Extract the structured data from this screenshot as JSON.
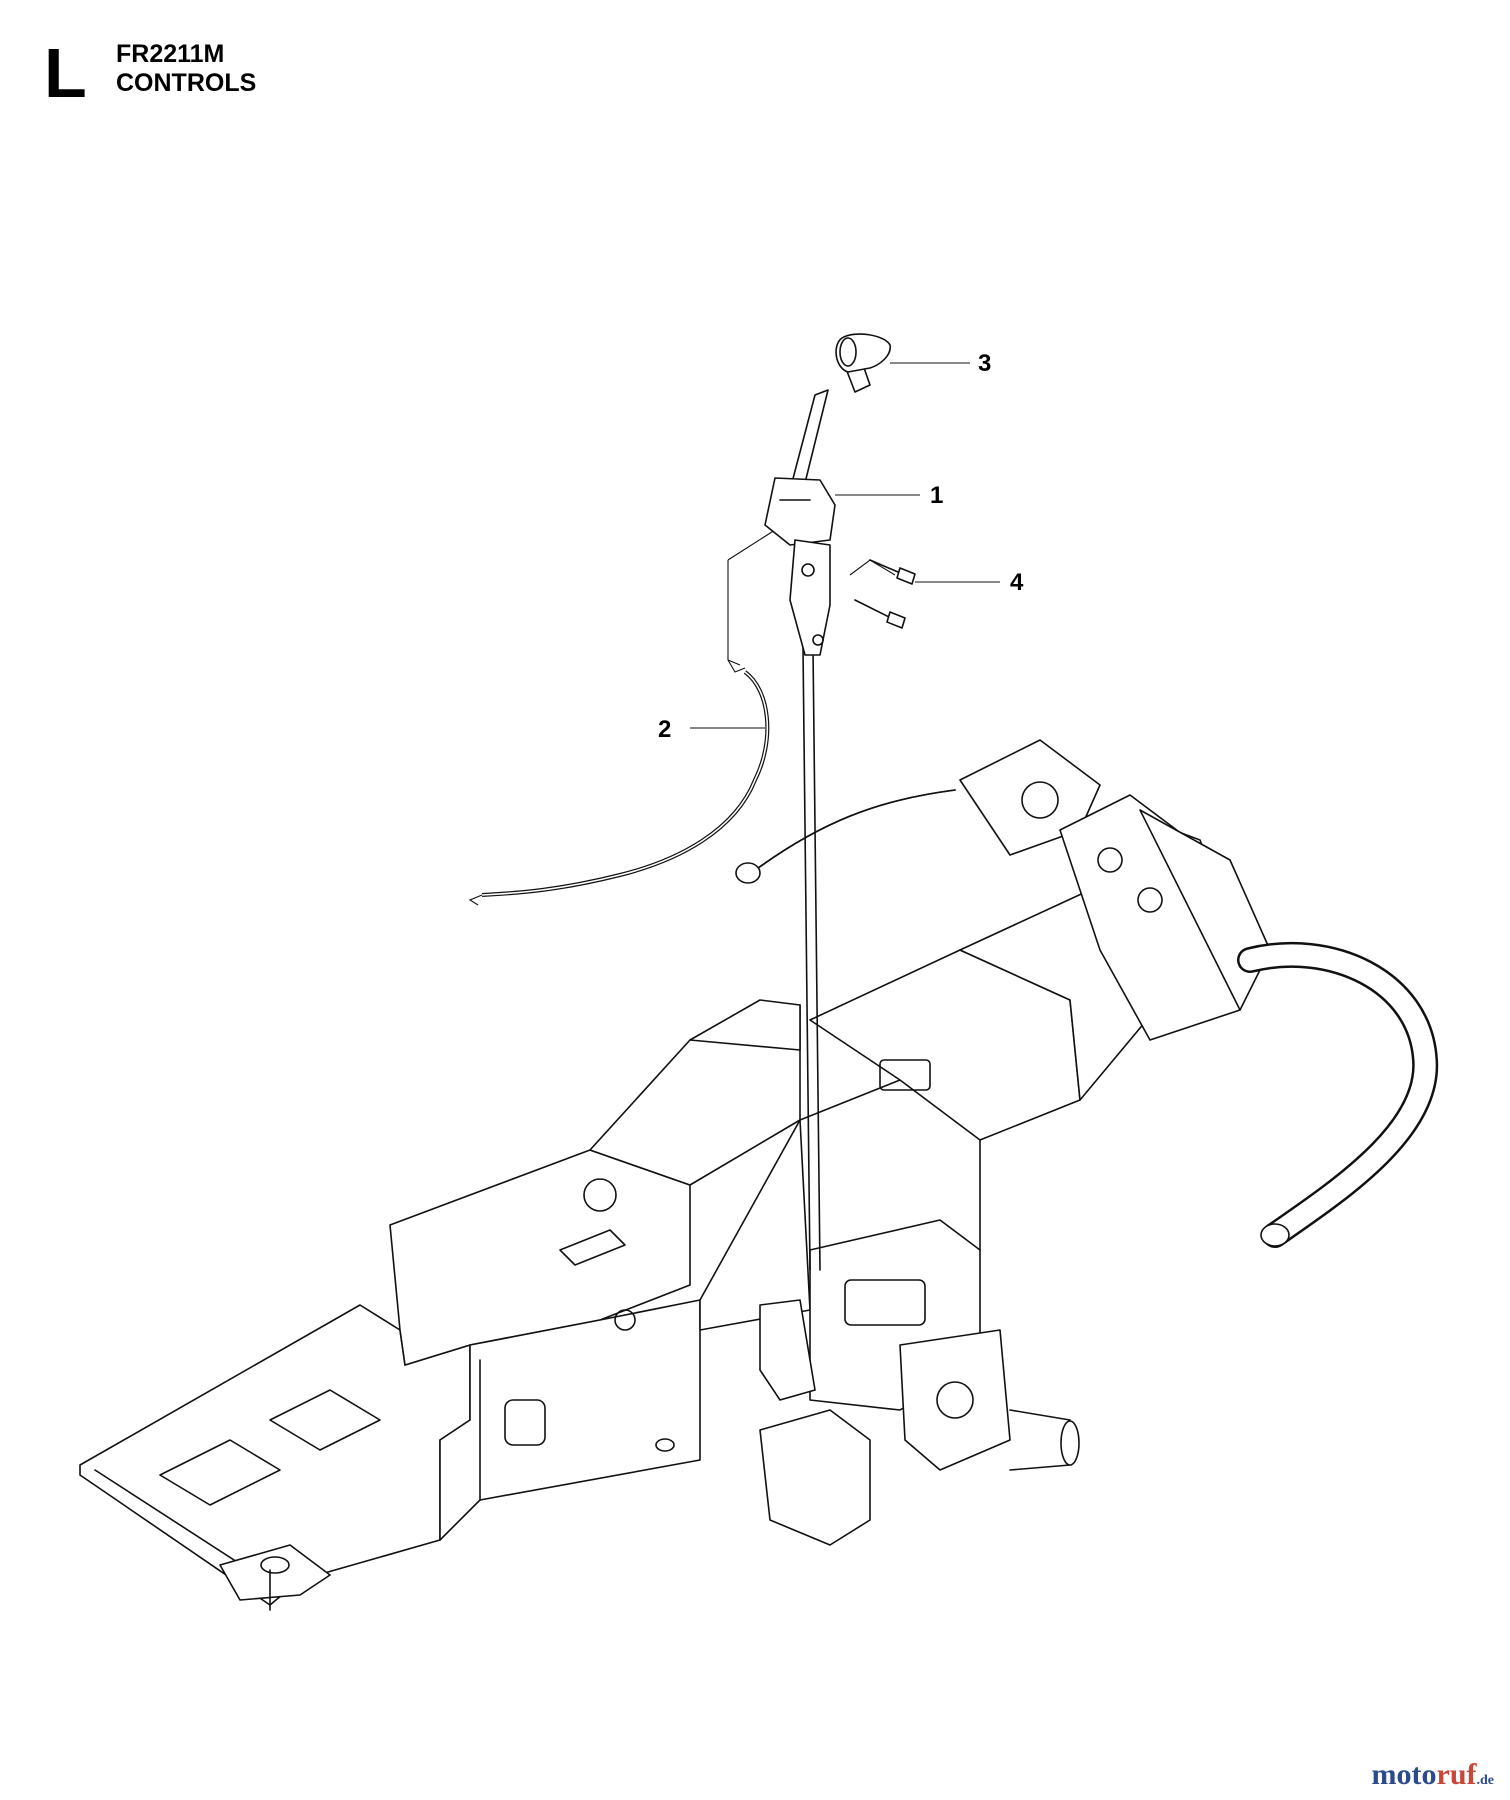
{
  "header": {
    "section_letter": "L",
    "model": "FR2211M",
    "title": "CONTROLS"
  },
  "callouts": [
    {
      "label": "1",
      "part": "lever-bracket"
    },
    {
      "label": "2",
      "part": "throttle-cable"
    },
    {
      "label": "3",
      "part": "knob"
    },
    {
      "label": "4",
      "part": "screws"
    }
  ],
  "watermark": {
    "part1": "moto",
    "part2": "ruf",
    "suffix": ".de",
    "colors": {
      "primary": "#2b4b8c",
      "accent": "#c9473a"
    }
  }
}
